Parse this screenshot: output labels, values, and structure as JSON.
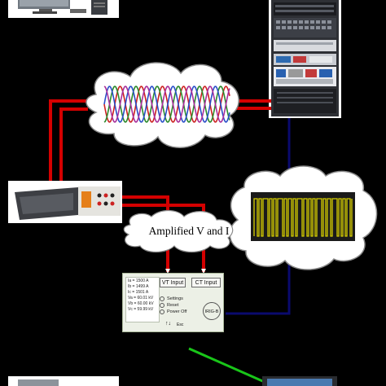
{
  "labels": {
    "amplified_cloud": "Amplified V and  I"
  },
  "relay": {
    "readings": [
      "Ia = 1500 A",
      "Ib = 1499 A",
      "Ic = 1501 A",
      "Va = 60.01 kV",
      "Vb = 60.00 kV",
      "Vc = 59.99 kV"
    ],
    "vt_button": "VT Input",
    "ct_button": "CT Input",
    "menu": [
      "Settings",
      "Reset",
      "Power Off"
    ],
    "arrows": "↑↓",
    "esc": "Esc",
    "irig": "IRIG-B"
  },
  "colors": {
    "background": "#000000",
    "signal_wire": "#d40000",
    "timing_wire": "#0a0a6e",
    "network_wire": "#19c519",
    "cloud_fill": "#ffffff",
    "irig_trace": "#d8d000",
    "phase_a": "#cc2222",
    "phase_b": "#2c8a2c",
    "phase_c": "#2a4ec8",
    "phase_d": "#a8309c"
  }
}
